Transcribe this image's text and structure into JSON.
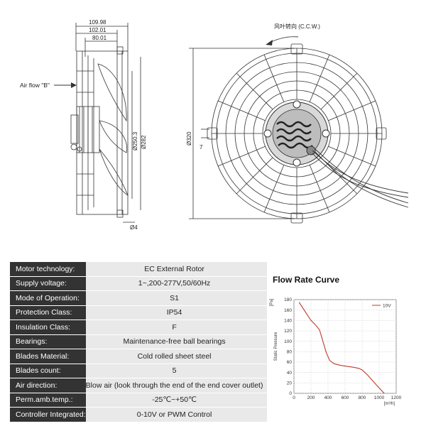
{
  "drawing": {
    "airflow_label": "Air flow \"B\"",
    "rotation_label": "风叶转向 (C.C.W.)",
    "dims": {
      "d1": "109.98",
      "d2": "102.01",
      "d3": "80.01",
      "diam_inner": "Ø250.3",
      "diam_outer": "Ø282",
      "diam_guard": "Ø320",
      "hole": "Ø4",
      "offset": "7"
    }
  },
  "specs": [
    {
      "label": "Motor technology:",
      "value": "EC External Rotor"
    },
    {
      "label": "Supply voltage:",
      "value": "1~,200-277V,50/60Hz"
    },
    {
      "label": "Mode of Operation:",
      "value": "S1"
    },
    {
      "label": "Protection Class:",
      "value": "IP54"
    },
    {
      "label": "Insulation Class:",
      "value": "F"
    },
    {
      "label": "Bearings:",
      "value": "Maintenance-free ball bearings"
    },
    {
      "label": "Blades Material:",
      "value": "Cold rolled sheet steel"
    },
    {
      "label": "Blades count:",
      "value": "5"
    },
    {
      "label": "Air direction:",
      "value": "Blow air (look through the end of the end cover outlet)"
    },
    {
      "label": "Perm.amb.temp.:",
      "value": "-25℃~+50℃"
    },
    {
      "label": "Controller Integrated:",
      "value": "0-10V or PWM Control"
    }
  ],
  "chart_data": {
    "type": "line",
    "title": "Flow Rate Curve",
    "xlabel": "[m³/h]",
    "ylabel": "Static Pressure",
    "yunit": "[Pa]",
    "xlim": [
      0,
      1200
    ],
    "ylim": [
      0,
      180
    ],
    "xticks": [
      0,
      200,
      400,
      600,
      800,
      1000,
      1200
    ],
    "yticks": [
      0,
      20,
      40,
      60,
      80,
      100,
      120,
      140,
      160,
      180
    ],
    "grid": true,
    "legend_position": "top-right",
    "series": [
      {
        "name": "10V",
        "color": "#c0392b",
        "x": [
          60,
          120,
          200,
          250,
          300,
          340,
          380,
          420,
          470,
          540,
          620,
          700,
          760,
          800,
          860,
          920,
          980,
          1030,
          1060
        ],
        "y": [
          175,
          160,
          140,
          132,
          122,
          100,
          78,
          63,
          57,
          54,
          52,
          50,
          48,
          45,
          36,
          25,
          14,
          5,
          0
        ]
      }
    ]
  }
}
